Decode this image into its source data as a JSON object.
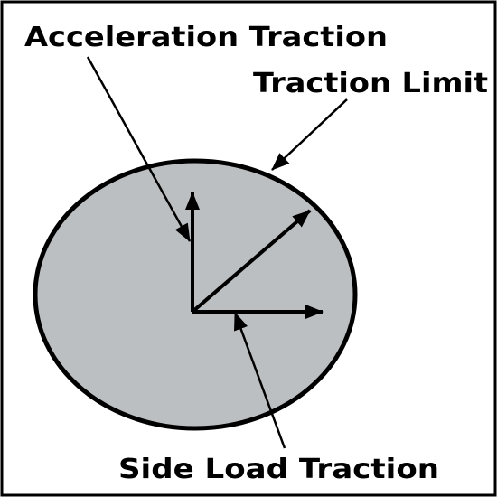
{
  "diagram": {
    "labels": {
      "acceleration_traction": "Acceleration Traction",
      "traction_limit": "Traction Limit",
      "side_load_traction": "Side Load Traction"
    },
    "colors": {
      "background": "#ffffff",
      "ellipse_fill": "#bcbfc1",
      "stroke": "#000000"
    }
  }
}
